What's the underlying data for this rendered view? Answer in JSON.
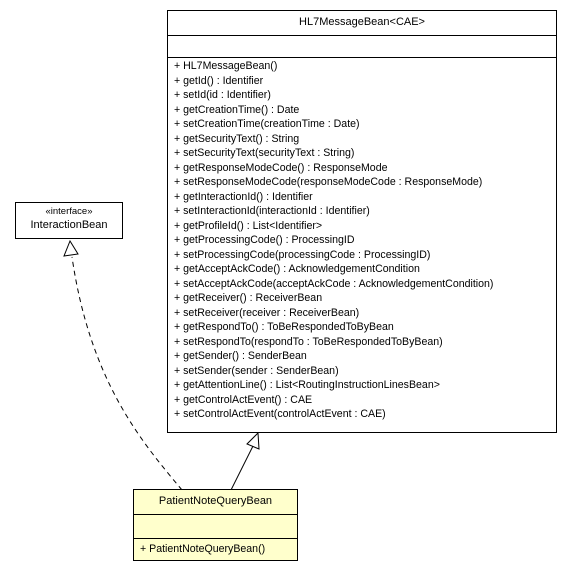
{
  "classes": {
    "hl7": {
      "name": "HL7MessageBean<CAE>",
      "operations": [
        "+ HL7MessageBean()",
        "+ getId() : Identifier",
        "+ setId(id : Identifier)",
        "+ getCreationTime() : Date",
        "+ setCreationTime(creationTime : Date)",
        "+ getSecurityText() : String",
        "+ setSecurityText(securityText : String)",
        "+ getResponseModeCode() : ResponseMode",
        "+ setResponseModeCode(responseModeCode : ResponseMode)",
        "+ getInteractionId() : Identifier",
        "+ setInteractionId(interactionId : Identifier)",
        "+ getProfileId() : List<Identifier>",
        "+ getProcessingCode() : ProcessingID",
        "+ setProcessingCode(processingCode : ProcessingID)",
        "+ getAcceptAckCode() : AcknowledgementCondition",
        "+ setAcceptAckCode(acceptAckCode : AcknowledgementCondition)",
        "+ getReceiver() : ReceiverBean",
        "+ setReceiver(receiver : ReceiverBean)",
        "+ getRespondTo() : ToBeRespondedToByBean",
        "+ setRespondTo(respondTo : ToBeRespondedToByBean)",
        "+ getSender() : SenderBean",
        "+ setSender(sender : SenderBean)",
        "+ getAttentionLine() : List<RoutingInstructionLinesBean>",
        "+ getControlActEvent() : CAE",
        "+ setControlActEvent(controlActEvent : CAE)"
      ]
    },
    "interaction": {
      "stereotype": "«interface»",
      "name": "InteractionBean"
    },
    "patient": {
      "name": "PatientNoteQueryBean",
      "operations": [
        "+ PatientNoteQueryBean()"
      ]
    }
  },
  "colors": {
    "highlight_fill": "#ffffcc",
    "box_fill": "#ffffff",
    "stroke": "#000000"
  }
}
